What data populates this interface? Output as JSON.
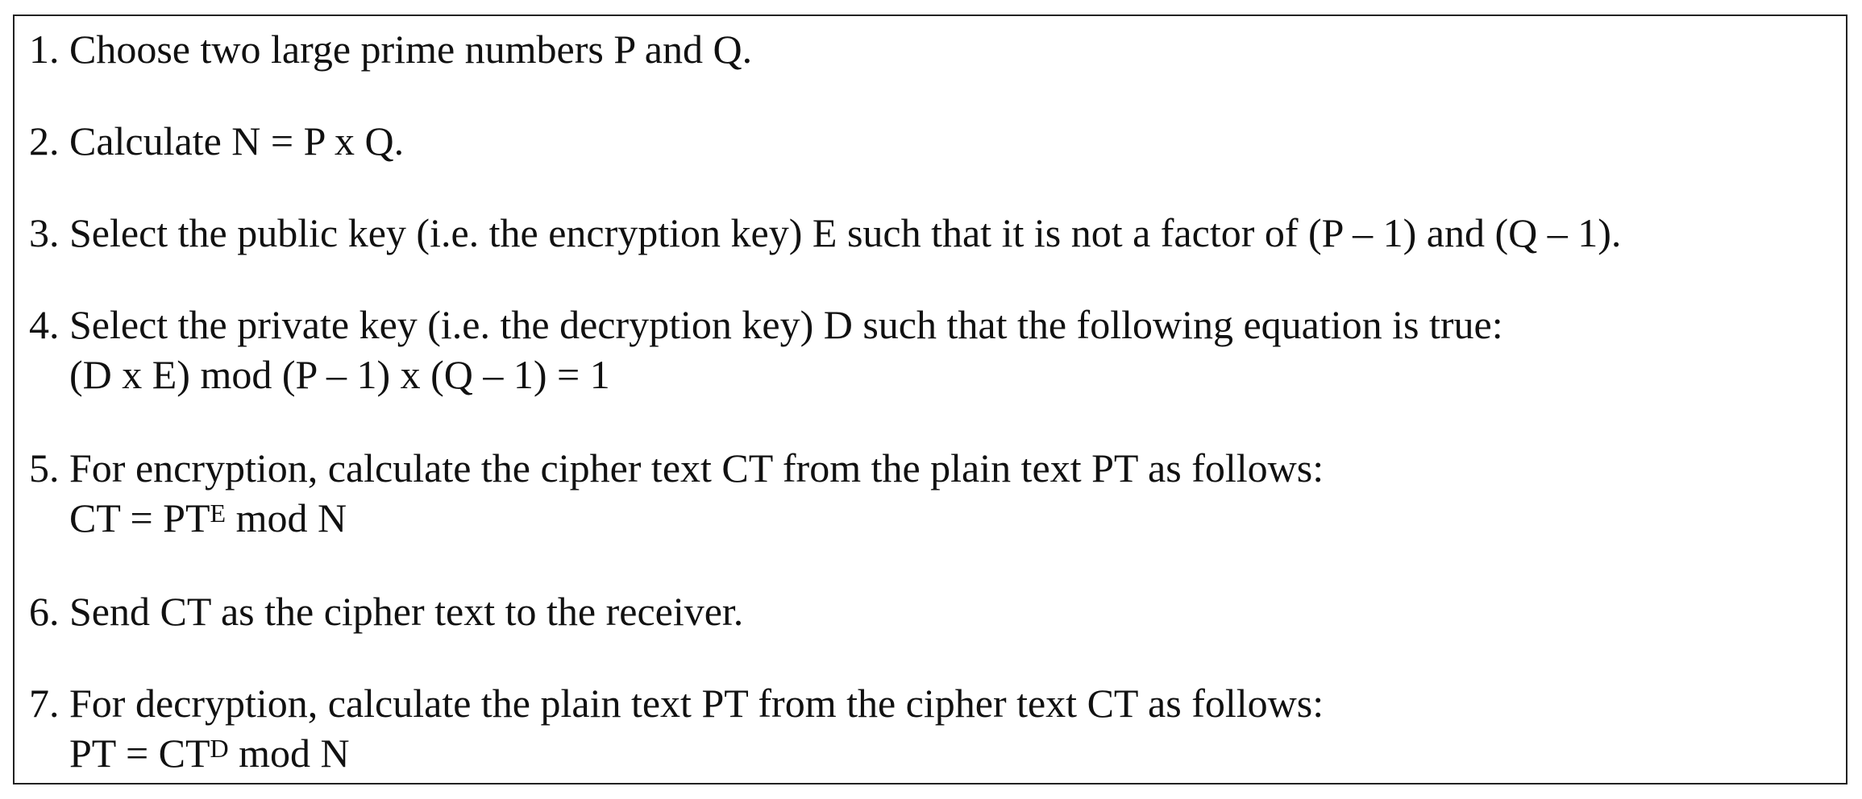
{
  "steps": [
    {
      "number": "1.",
      "text": "Choose two large prime numbers P and Q."
    },
    {
      "number": "2.",
      "text": "Calculate N = P x Q."
    },
    {
      "number": "3.",
      "text": "Select the public key (i.e. the encryption key) E such that it is not a factor of (P – 1) and (Q – 1)."
    },
    {
      "number": "4.",
      "text": "Select the private key (i.e. the decryption key) D such that the following equation is true:",
      "formula": "(D x E) mod (P – 1) x (Q – 1) = 1"
    },
    {
      "number": "5.",
      "text": "For encryption, calculate the cipher text CT from the plain text PT as follows:",
      "formula_base": "CT = PT",
      "formula_exp": "E",
      "formula_tail": " mod N"
    },
    {
      "number": "6.",
      "text": "Send CT as the cipher text to the receiver."
    },
    {
      "number": "7.",
      "text": "For decryption, calculate the plain text PT from the cipher text CT as follows:",
      "formula_base": "PT = CT",
      "formula_exp": "D",
      "formula_tail": " mod N"
    }
  ]
}
